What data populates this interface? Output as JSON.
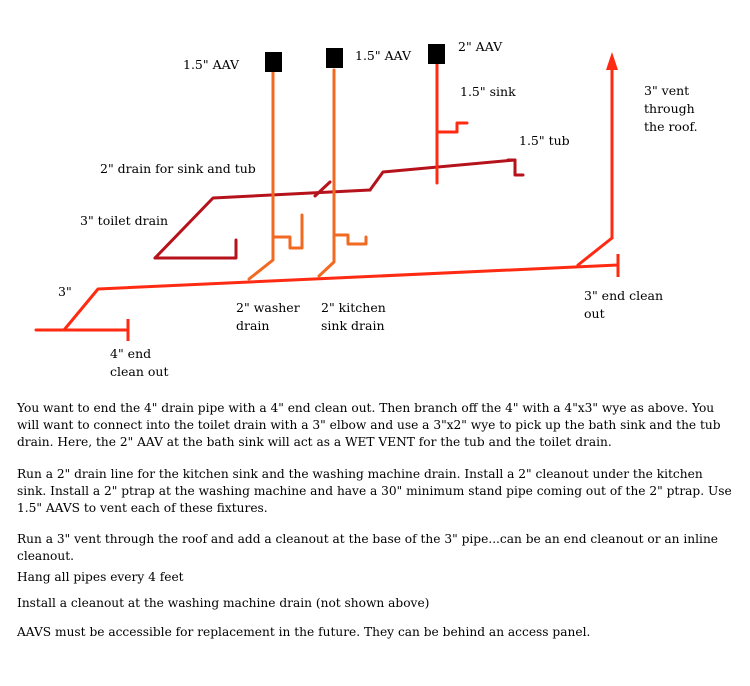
{
  "labels": {
    "aav_left": "1.5\" AAV",
    "aav_middle": "1.5\" AAV",
    "aav_right": "2\" AAV",
    "sink": "1.5\" sink",
    "tub": "1.5\" tub",
    "vent_line1": "3\" vent",
    "vent_line2": "through",
    "vent_line3": "the roof.",
    "drain_sink_tub": "2\" drain for sink and tub",
    "toilet_drain": "3\" toilet drain",
    "three_inch": "3\"",
    "washer_line1": "2\" washer",
    "washer_line2": "drain",
    "kitchen_line1": "2\" kitchen",
    "kitchen_line2": "sink drain",
    "end_clean_3_line1": "3\" end clean",
    "end_clean_3_line2": "out",
    "end_clean_4_line1": "4\" end",
    "end_clean_4_line2": "clean out"
  },
  "colors": {
    "bright_red": "#ff2a12",
    "dark_red": "#b5121b",
    "orange": "#f26a22",
    "black": "#000000"
  },
  "notes": [
    "You want to end the 4\" drain pipe with a 4\" end clean out.  Then branch off the 4\" with a 4\"x3\" wye as above.  You will want to connect into the toilet drain with a 3\" elbow and use a 3\"x2\" wye to pick up the bath sink and the tub drain.  Here, the 2\" AAV at the bath sink will act as a WET VENT for the tub and the toilet drain.",
    "Run a 2\" drain line for the kitchen sink and the washing machine drain.  Install a 2\" cleanout under the kitchen sink.  Install a 2\" ptrap at the washing machine and have a 30\" minimum stand pipe coming out of the 2\" ptrap.  Use 1.5\" AAVS to vent each of these fixtures.",
    "Run a 3\" vent through the roof and add a cleanout at the base of the 3\" pipe...can be an end cleanout or an inline cleanout.",
    "Hang all pipes every 4 feet",
    "Install a cleanout at the washing machine drain (not shown above)",
    "AAVS must be accessible for replacement in the future.  They can be behind an access panel."
  ]
}
